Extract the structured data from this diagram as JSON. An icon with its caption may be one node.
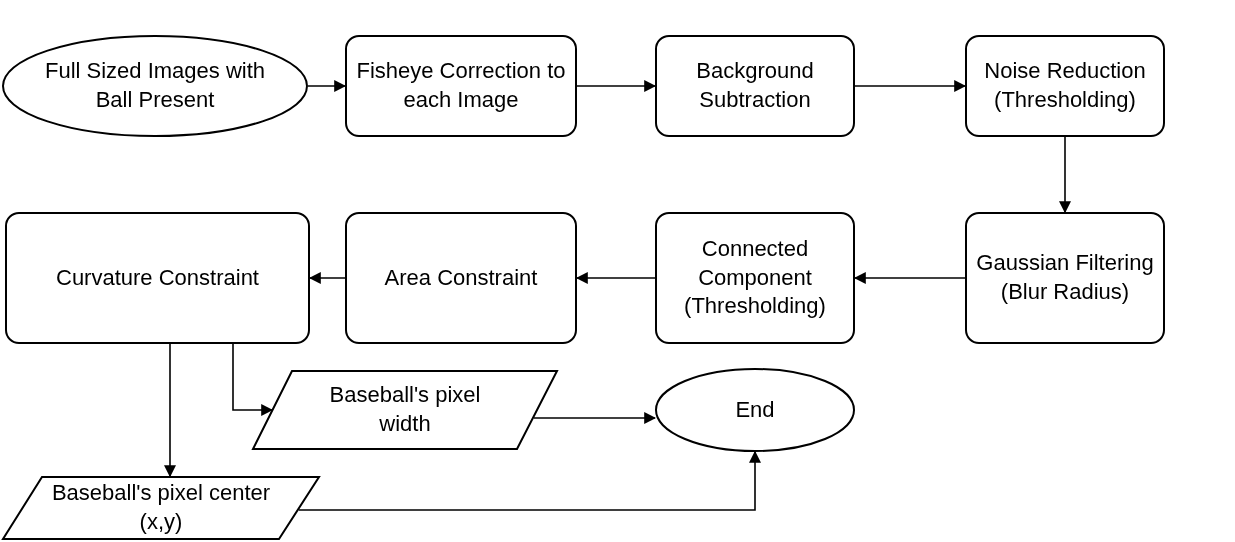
{
  "diagram": {
    "nodes": [
      {
        "text": [
          "Full Sized Images with Ball Present"
        ]
      },
      {
        "text": [
          "Fisheye Correction to each Image"
        ]
      },
      {
        "text": [
          "Background Subtraction"
        ]
      },
      {
        "text": [
          "Noise Reduction (Thresholding)"
        ]
      },
      {
        "text": [
          "Gaussian Filtering (Blur Radius)"
        ]
      },
      {
        "text": [
          "Connected Component (Thresholding)"
        ]
      },
      {
        "text": [
          "Area Constraint"
        ]
      },
      {
        "text": [
          "Curvature Constraint"
        ]
      },
      {
        "text": [
          "Baseball's pixel width"
        ]
      },
      {
        "text": [
          "End"
        ]
      },
      {
        "text": [
          "Baseball's pixel center (x,y)"
        ]
      }
    ],
    "edges": [
      {
        "from": 0,
        "to": 1,
        "arrow": "to"
      },
      {
        "from": 1,
        "to": 2,
        "arrow": "to"
      },
      {
        "from": 2,
        "to": 3,
        "arrow": "to"
      },
      {
        "from": 3,
        "to": 4,
        "arrow": "to"
      },
      {
        "from": 4,
        "to": 5,
        "arrow": "to"
      },
      {
        "from": 5,
        "to": 6,
        "arrow": "to"
      },
      {
        "from": 6,
        "to": 7,
        "arrow": "to"
      },
      {
        "from": 7,
        "to": 8,
        "arrow": "to"
      },
      {
        "from": 7,
        "to": 10,
        "arrow": "to"
      },
      {
        "from": 8,
        "to": 9,
        "arrow": "to"
      },
      {
        "from": 10,
        "to": 9,
        "arrow": "to"
      }
    ]
  }
}
